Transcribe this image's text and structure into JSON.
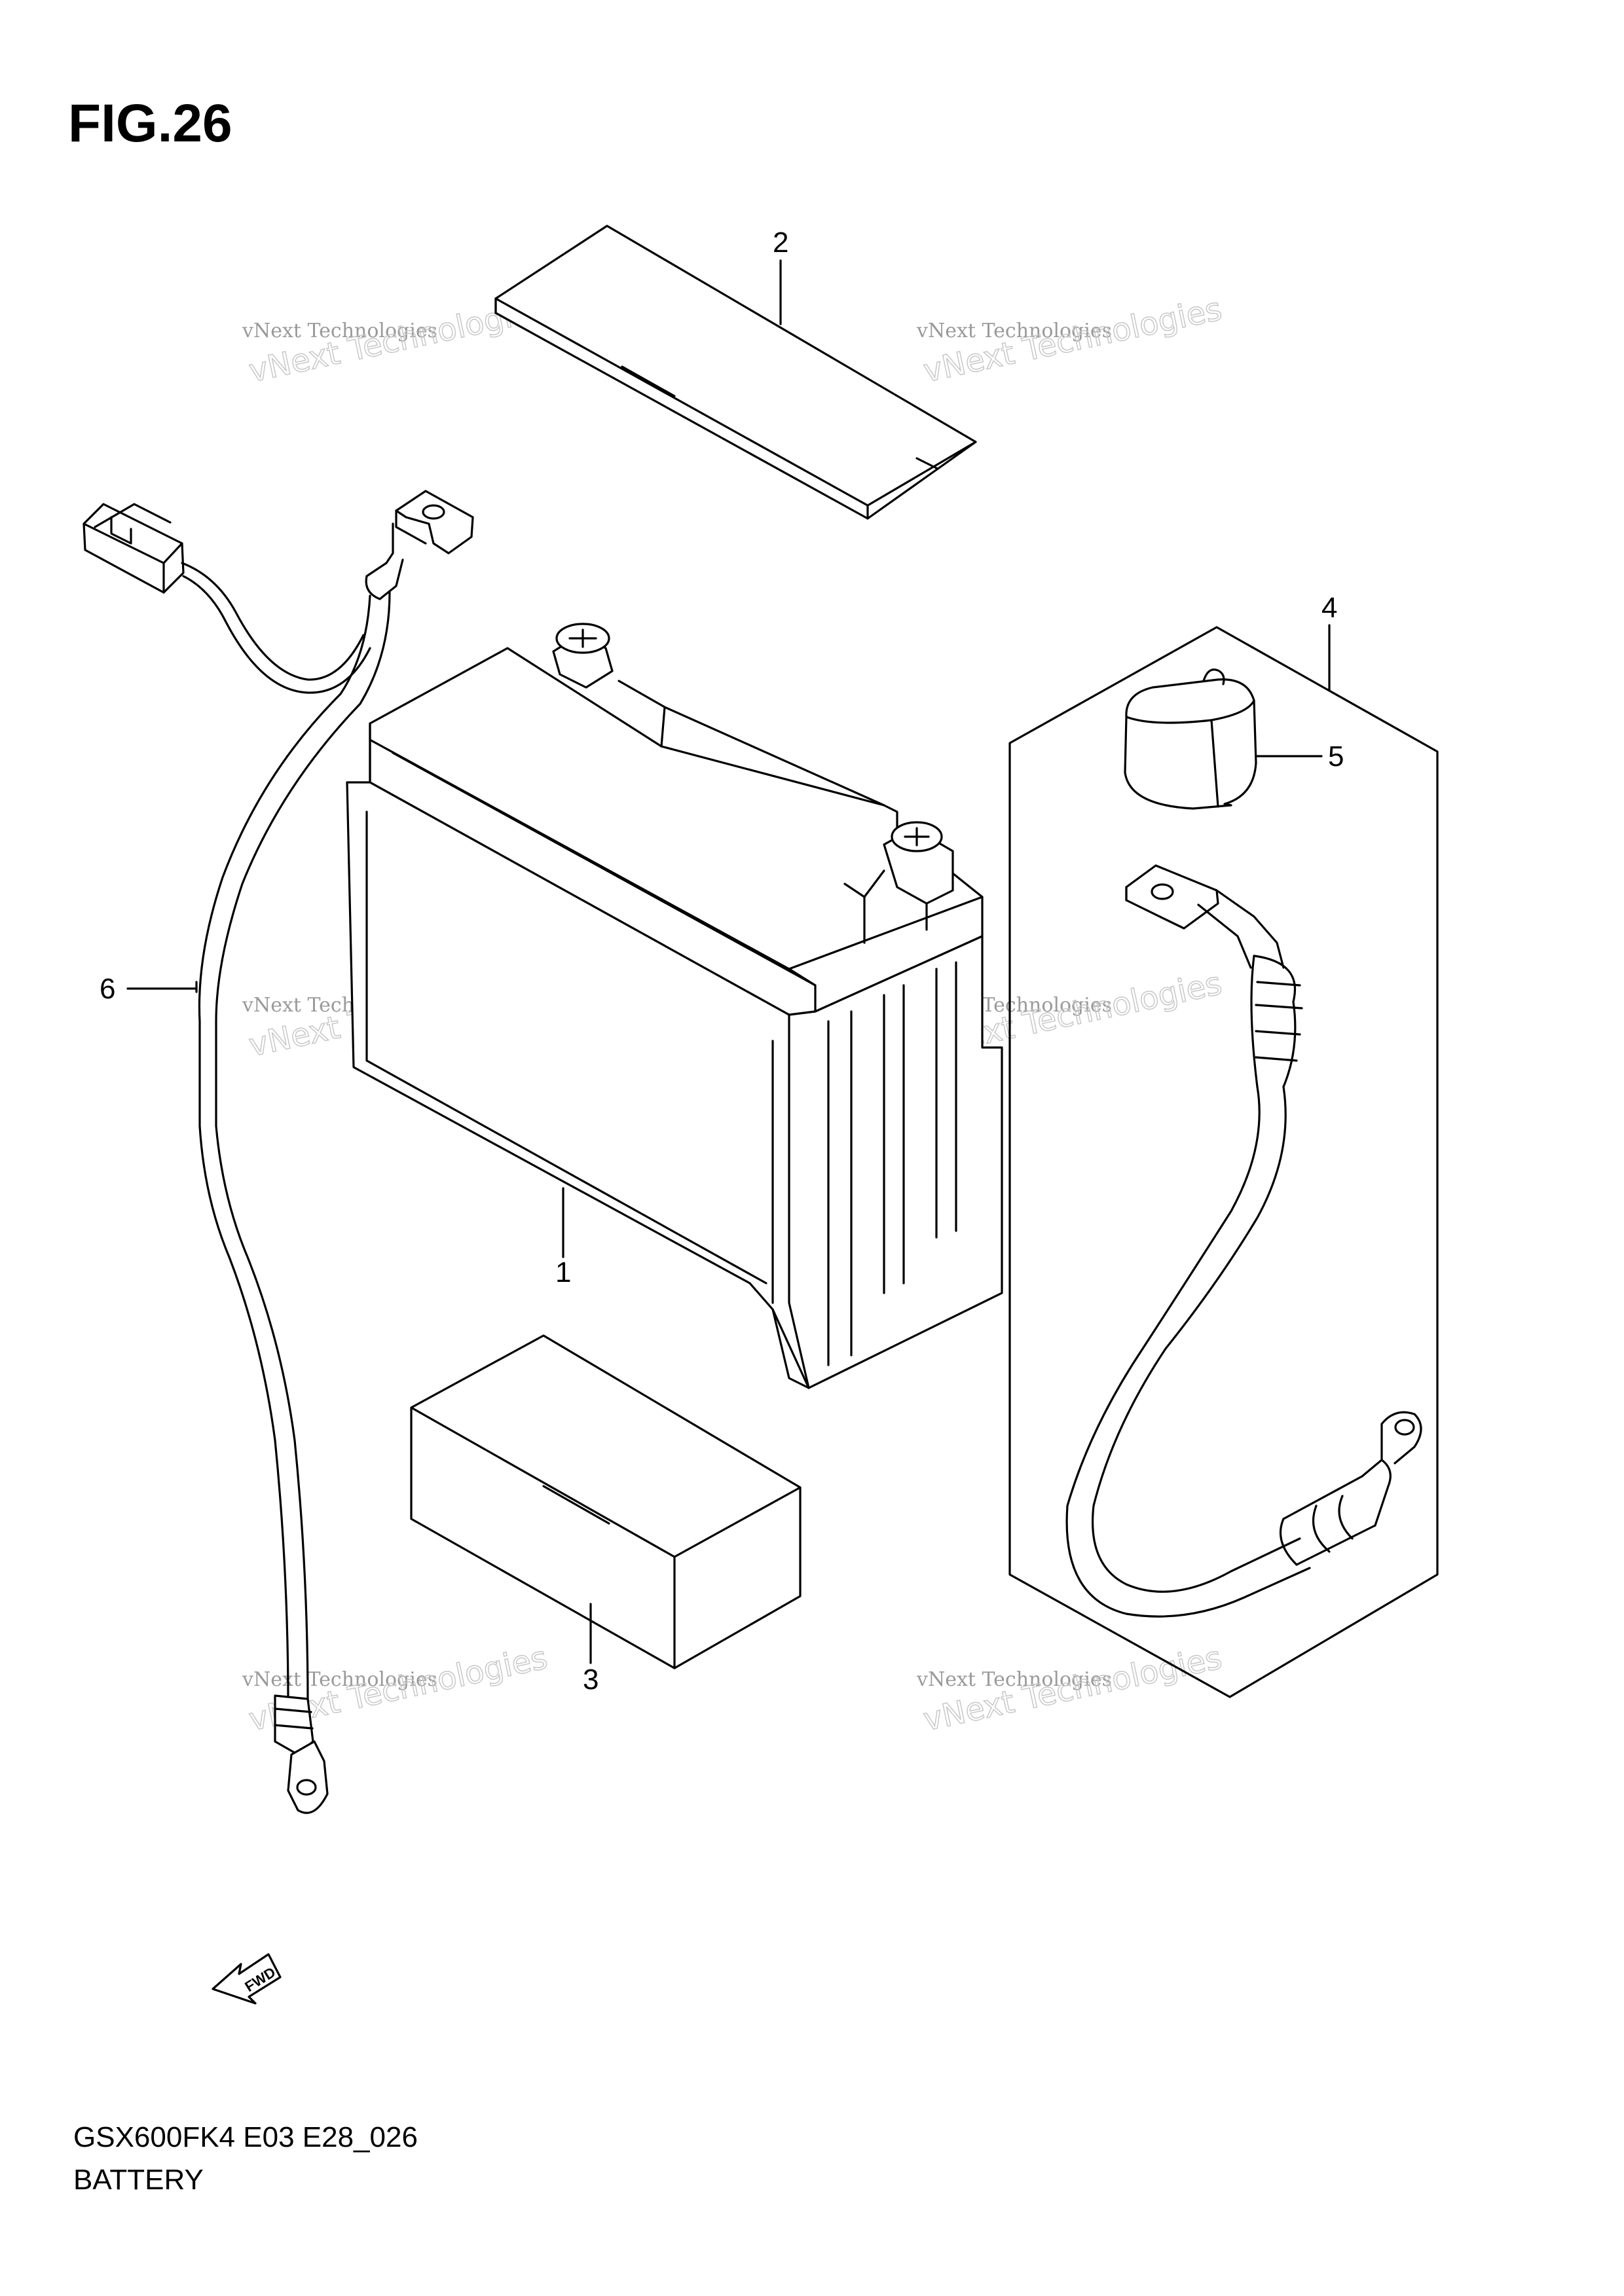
{
  "figure": {
    "title": "FIG.26"
  },
  "footer": {
    "model_code": "GSX600FK4 E03 E28_026",
    "section_name": "BATTERY"
  },
  "callouts": [
    {
      "number": "1",
      "part": "battery"
    },
    {
      "number": "2",
      "part": "label"
    },
    {
      "number": "3",
      "part": "box"
    },
    {
      "number": "4",
      "part": "battery-cable-kit"
    },
    {
      "number": "5",
      "part": "terminal-cover"
    },
    {
      "number": "6",
      "part": "ground-lead"
    }
  ],
  "direction_marker": {
    "label": "FWD"
  },
  "watermark": {
    "line1": "vNext Technologies",
    "line2": "vNext Technologies"
  }
}
